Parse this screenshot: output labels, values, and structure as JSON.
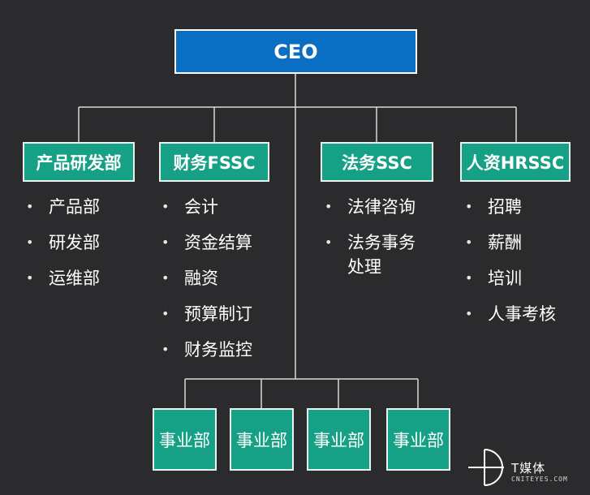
{
  "ceo": {
    "label": "CEO"
  },
  "departments": [
    {
      "name": "产品研发部",
      "items": [
        "产品部",
        "研发部",
        "运维部"
      ]
    },
    {
      "name": "财务FSSC",
      "items": [
        "会计",
        "资金结算",
        "融资",
        "预算制订",
        "财务监控"
      ]
    },
    {
      "name": "法务SSC",
      "items": [
        "法律咨询",
        "法务事务处理"
      ]
    },
    {
      "name": "人资HRSSC",
      "items": [
        "招聘",
        "薪酬",
        "培训",
        "人事考核"
      ]
    }
  ],
  "business_units": [
    "事业部",
    "事业部",
    "事业部",
    "事业部"
  ],
  "bullet": "•",
  "watermark": {
    "brand": "T媒体",
    "site": "CNITEYES.COM"
  },
  "colors": {
    "background": "#2b2b2e",
    "ceo_box": "#0a6fc2",
    "dept_box": "#16a085",
    "line": "#d9d9d9"
  }
}
